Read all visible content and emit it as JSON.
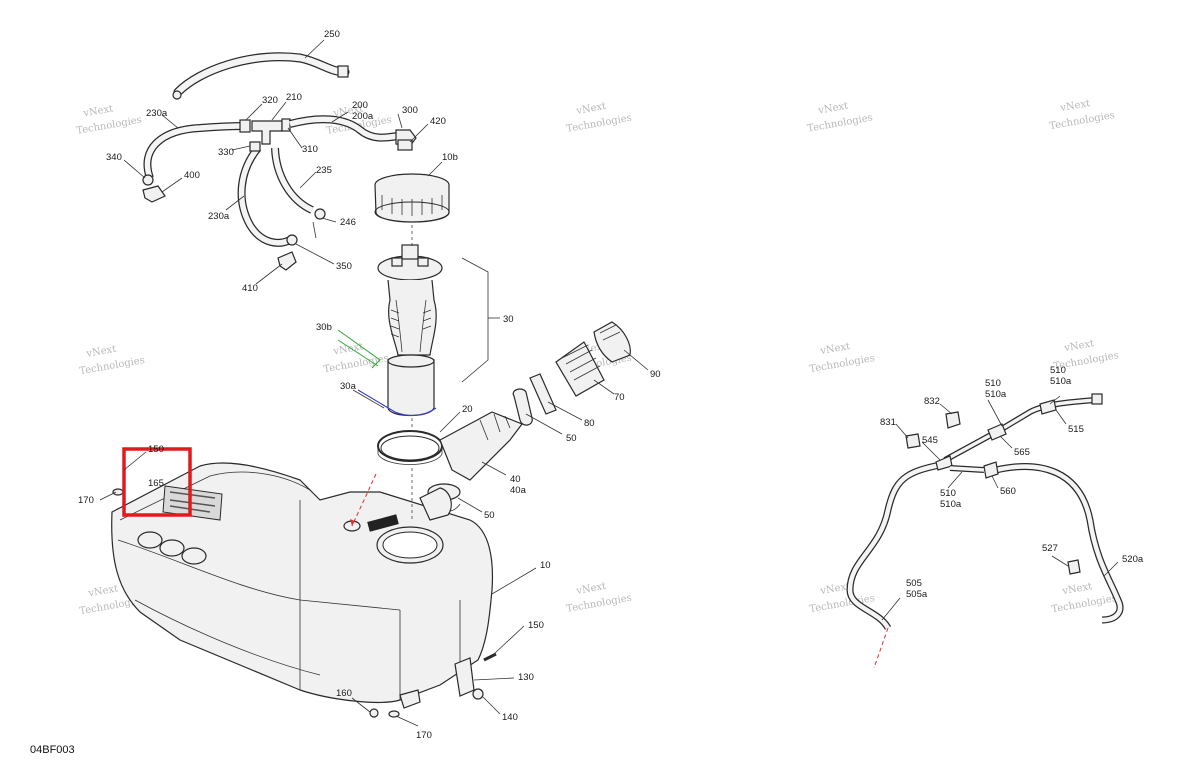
{
  "diagram_code": "04BF003",
  "watermark_text": [
    "vNext",
    "Technologies"
  ],
  "highlight_color": "#e01b1b",
  "wire_color": "#3b3bd6",
  "arrow_color": "#e03030",
  "labels": {
    "l250": "250",
    "l230a_top": "230a",
    "l320": "320",
    "l210": "210",
    "l200": "200",
    "l200a": "200a",
    "l300": "300",
    "l420": "420",
    "l340": "340",
    "l400": "400",
    "l330": "330",
    "l310": "310",
    "l235": "235",
    "l10b": "10b",
    "l230a": "230a",
    "l246": "246",
    "l350": "350",
    "l410": "410",
    "l30": "30",
    "l30b": "30b",
    "l30a": "30a",
    "l90": "90",
    "l70": "70",
    "l80": "80",
    "l50_top": "50",
    "l20": "20",
    "l40": "40",
    "l40a": "40a",
    "l50": "50",
    "l150_top": "150",
    "l165": "165",
    "l170_left": "170",
    "l10": "10",
    "l150": "150",
    "l130": "130",
    "l160": "160",
    "l140": "140",
    "l170": "170",
    "l510_top": "510",
    "l510a_top": "510a",
    "l832": "832",
    "l510_right": "510",
    "l510a_right": "510a",
    "l515": "515",
    "l831": "831",
    "l545": "545",
    "l565": "565",
    "l510_mid": "510",
    "l510a_mid": "510a",
    "l560": "560",
    "l527": "527",
    "l520a": "520a",
    "l505": "505",
    "l505a": "505a"
  }
}
